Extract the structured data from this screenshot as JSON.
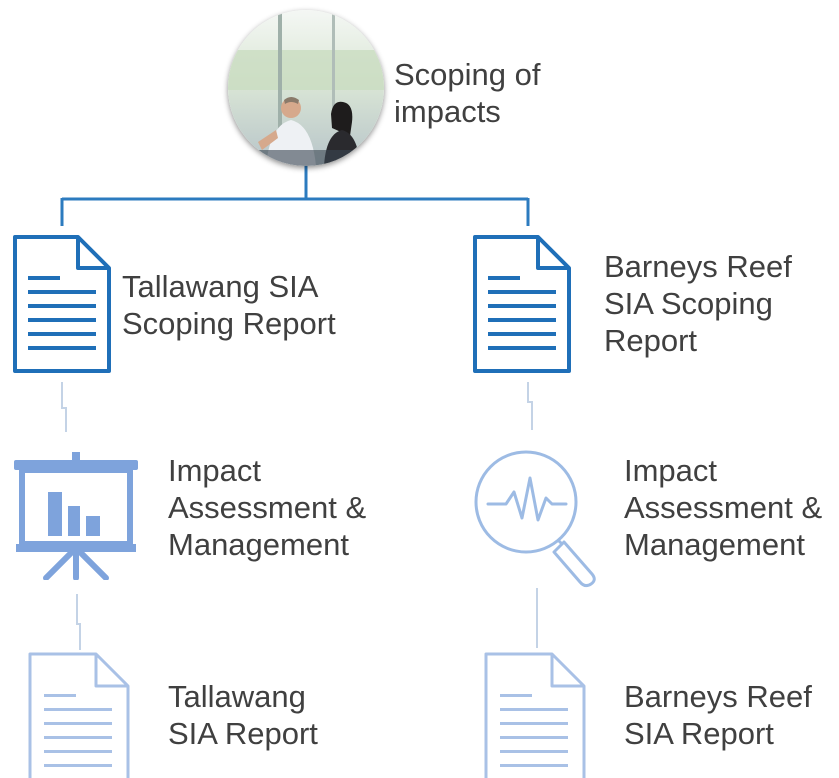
{
  "root": {
    "label_lines": [
      "Scoping of",
      "impacts"
    ],
    "image": "meeting-photo"
  },
  "branches": [
    {
      "scoping_report": {
        "label_lines": [
          "Tallawang SIA",
          "Scoping Report"
        ],
        "icon": "document-icon"
      },
      "assessment": {
        "label_lines": [
          "Impact",
          "Assessment &",
          "Management"
        ],
        "icon": "presentation-chart-icon"
      },
      "report": {
        "label_lines": [
          "Tallawang",
          "SIA Report"
        ],
        "icon": "document-icon"
      }
    },
    {
      "scoping_report": {
        "label_lines": [
          "Barneys Reef",
          "SIA Scoping",
          "Report"
        ],
        "icon": "document-icon"
      },
      "assessment": {
        "label_lines": [
          "Impact",
          "Assessment &",
          "Management"
        ],
        "icon": "magnifier-pulse-icon"
      },
      "report": {
        "label_lines": [
          "Barneys Reef",
          "SIA Report"
        ],
        "icon": "document-icon"
      }
    }
  ],
  "colors": {
    "primary": "#1f6fb8",
    "faded": "#8fb0df",
    "text": "#404040"
  }
}
